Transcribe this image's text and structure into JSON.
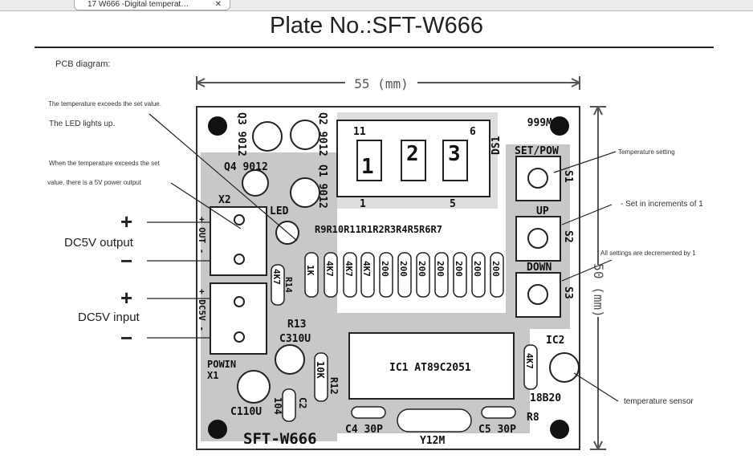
{
  "tab": {
    "title": "17 W666 -Digital temperat…",
    "close": "✕"
  },
  "header": {
    "title": "Plate No.:SFT-W666"
  },
  "section_label": "PCB diagram:",
  "annotations": {
    "led_line1": "The temperature exceeds the set value.",
    "led_line2": "The LED lights up.",
    "out_line1": "When the temperature exceeds the set",
    "out_line2": "value, there is a 5V power output",
    "dc_output": "DC5V output",
    "dc_input": "DC5V input",
    "plus": "+",
    "minus": "−",
    "s1": "Temperature setting",
    "s2": "- Set in increments of 1",
    "s3": "All settings are decremented by 1",
    "sensor": "temperature sensor"
  },
  "dimensions": {
    "width": "55 (mm)",
    "height": "50 (mm)"
  },
  "pcb": {
    "board_name": "SFT-W666",
    "mirror_text": "W666",
    "q3": "Q3 9012",
    "q2": "Q2 9012",
    "q1": "Q1 9012",
    "q4": "Q4 9012",
    "x2": "X2",
    "out": "+ OUT -",
    "led": "LED",
    "x1": "X1",
    "dc5v": "+ DC5V -",
    "powin": "POWIN",
    "ds1": "DS1",
    "digits": [
      "1",
      "2",
      "3"
    ],
    "pin11": "11",
    "pin6": "6",
    "pin1": "1",
    "pin5": "5",
    "set": "SET/POW",
    "up": "UP",
    "down": "DOWN",
    "s1": "S1",
    "s2": "S2",
    "s3": "S3",
    "resistors_top": "R9R10R11R1R2R3R4R5R6R7",
    "res_values": [
      "1K",
      "4K7",
      "4K7",
      "4K7",
      "200",
      "200",
      "200",
      "200",
      "200",
      "200",
      "200"
    ],
    "r14": "R14",
    "r14v": "4K7",
    "r13": "R13",
    "c3": "C310U",
    "ic1": "IC1 AT89C2051",
    "r12": "R12",
    "r12v": "10K",
    "c1": "C110U",
    "c2": "C2",
    "c2v": "104",
    "c4": "C4 30P",
    "c5": "C5 30P",
    "y1": "Y12M",
    "ic2": "IC2",
    "r8": "R8",
    "r8v": "4K7",
    "ds18b20": "18B20"
  }
}
